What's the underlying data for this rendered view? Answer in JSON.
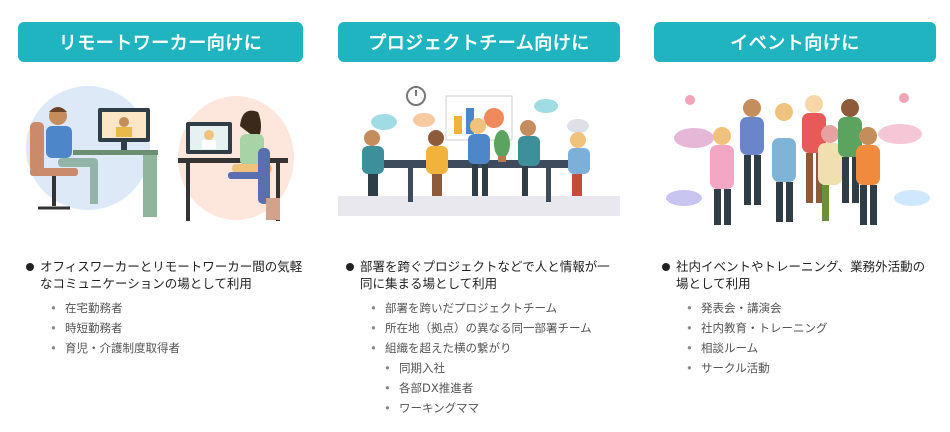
{
  "columns": [
    {
      "title": "リモートワーカー向けに",
      "main": "オフィスワーカーとリモートワーカー間の気軽なコミュニケーションの場として利用",
      "items": [
        "在宅勤務者",
        "時短勤務者",
        "育児・介護制度取得者"
      ]
    },
    {
      "title": "プロジェクトチーム向けに",
      "main": "部署を跨ぐプロジェクトなどで人と情報が一同に集まる場として利用",
      "items": [
        "部署を跨いだプロジェクトチーム",
        "所在地（拠点）の異なる同一部署チーム",
        "組織を超えた横の繋がり"
      ],
      "subitems": [
        "同期入社",
        "各部DX推進者",
        "ワーキングママ"
      ]
    },
    {
      "title": "イベント向けに",
      "main": "社内イベントやトレーニング、業務外活動の場として利用",
      "items": [
        "発表会・講演会",
        "社内教育・トレーニング",
        "相談ルーム",
        "サークル活動"
      ]
    }
  ],
  "colors": {
    "header_bg": "#1fb4c0",
    "header_text": "#ffffff"
  }
}
